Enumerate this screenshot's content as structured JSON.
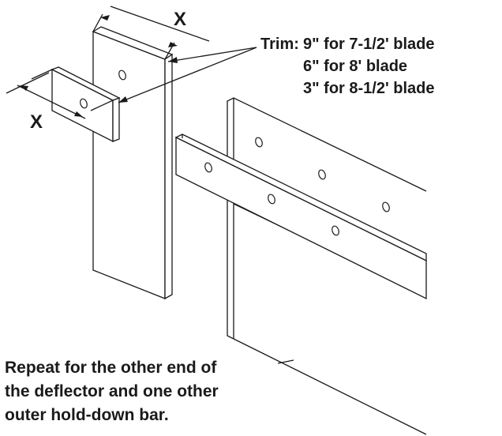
{
  "diagram": {
    "dimension_label": "X",
    "trim_heading": "Trim:",
    "trim_lines": [
      "9\" for 7-1/2' blade",
      "6\" for 8' blade",
      "3\" for 8-1/2' blade"
    ],
    "note_lines": [
      "Repeat for the other end of",
      "the deflector and one other",
      "outer hold-down bar."
    ]
  }
}
